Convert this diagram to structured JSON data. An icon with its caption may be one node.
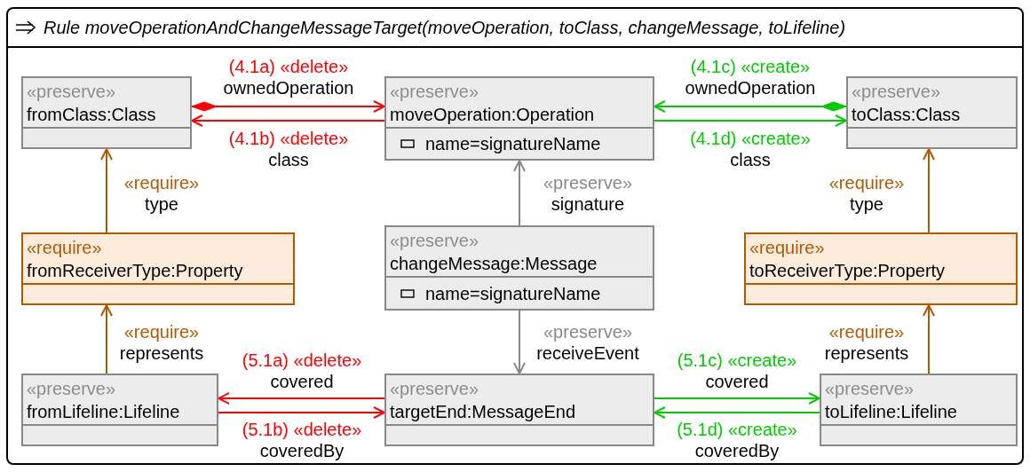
{
  "diagram": {
    "nodes": [
      {
        "text": [
          "Rule moveOperationAndChangeMessageTarget(moveOperation, toClass, changeMessage, toLifeline)"
        ]
      },
      {
        "text": [
          "«preserve»",
          "fromClass:Class"
        ],
        "in": 0
      },
      {
        "text": [
          "«preserve»",
          "moveOperation:Operation",
          "name=signatureName"
        ],
        "in": 0
      },
      {
        "text": [
          "«preserve»",
          "toClass:Class"
        ],
        "in": 0
      },
      {
        "text": [
          "«require»",
          "fromReceiverType:Property"
        ],
        "in": 0
      },
      {
        "text": [
          "«preserve»",
          "changeMessage:Message",
          "name=signatureName"
        ],
        "in": 0
      },
      {
        "text": [
          "«require»",
          "toReceiverType:Property"
        ],
        "in": 0
      },
      {
        "text": [
          "«preserve»",
          "fromLifeline:Lifeline"
        ],
        "in": 0
      },
      {
        "text": [
          "«preserve»",
          "targetEnd:MessageEnd"
        ],
        "in": 0
      },
      {
        "text": [
          "«preserve»",
          "toLifeline:Lifeline"
        ],
        "in": 0
      }
    ],
    "edges": [
      {
        "from": 1,
        "to": 2,
        "arrow": "to",
        "label": "(4.1a) «delete» ownedOperation",
        "color": "#ff0000"
      },
      {
        "from": 2,
        "to": 1,
        "arrow": "to",
        "label": "(4.1b) «delete» class",
        "color": "#ff0000"
      },
      {
        "from": 3,
        "to": 2,
        "arrow": "to",
        "label": "(4.1c) «create» ownedOperation",
        "color": "#00cc00"
      },
      {
        "from": 2,
        "to": 3,
        "arrow": "to",
        "label": "(4.1d) «create» class",
        "color": "#00cc00"
      },
      {
        "from": 4,
        "to": 1,
        "arrow": "to",
        "label": "«require» type",
        "color": "#b35900"
      },
      {
        "from": 5,
        "to": 2,
        "arrow": "to",
        "label": "«preserve» signature",
        "color": "#888888"
      },
      {
        "from": 6,
        "to": 3,
        "arrow": "to",
        "label": "«require» type",
        "color": "#b35900"
      },
      {
        "from": 7,
        "to": 4,
        "arrow": "to",
        "label": "«require» represents",
        "color": "#b35900"
      },
      {
        "from": 5,
        "to": 8,
        "arrow": "to",
        "label": "«preserve» receiveEvent",
        "color": "#888888"
      },
      {
        "from": 9,
        "to": 6,
        "arrow": "to",
        "label": "«require» represents",
        "color": "#b35900"
      },
      {
        "from": 8,
        "to": 7,
        "arrow": "to",
        "label": "(5.1a) «delete» covered",
        "color": "#ff0000"
      },
      {
        "from": 7,
        "to": 8,
        "arrow": "to",
        "label": "(5.1b) «delete» coveredBy",
        "color": "#ff0000"
      },
      {
        "from": 8,
        "to": 9,
        "arrow": "to",
        "label": "(5.1c) «create» covered",
        "color": "#00cc00"
      },
      {
        "from": 9,
        "to": 8,
        "arrow": "to",
        "label": "(5.1d) «create» coveredBy",
        "color": "#00cc00"
      }
    ]
  }
}
